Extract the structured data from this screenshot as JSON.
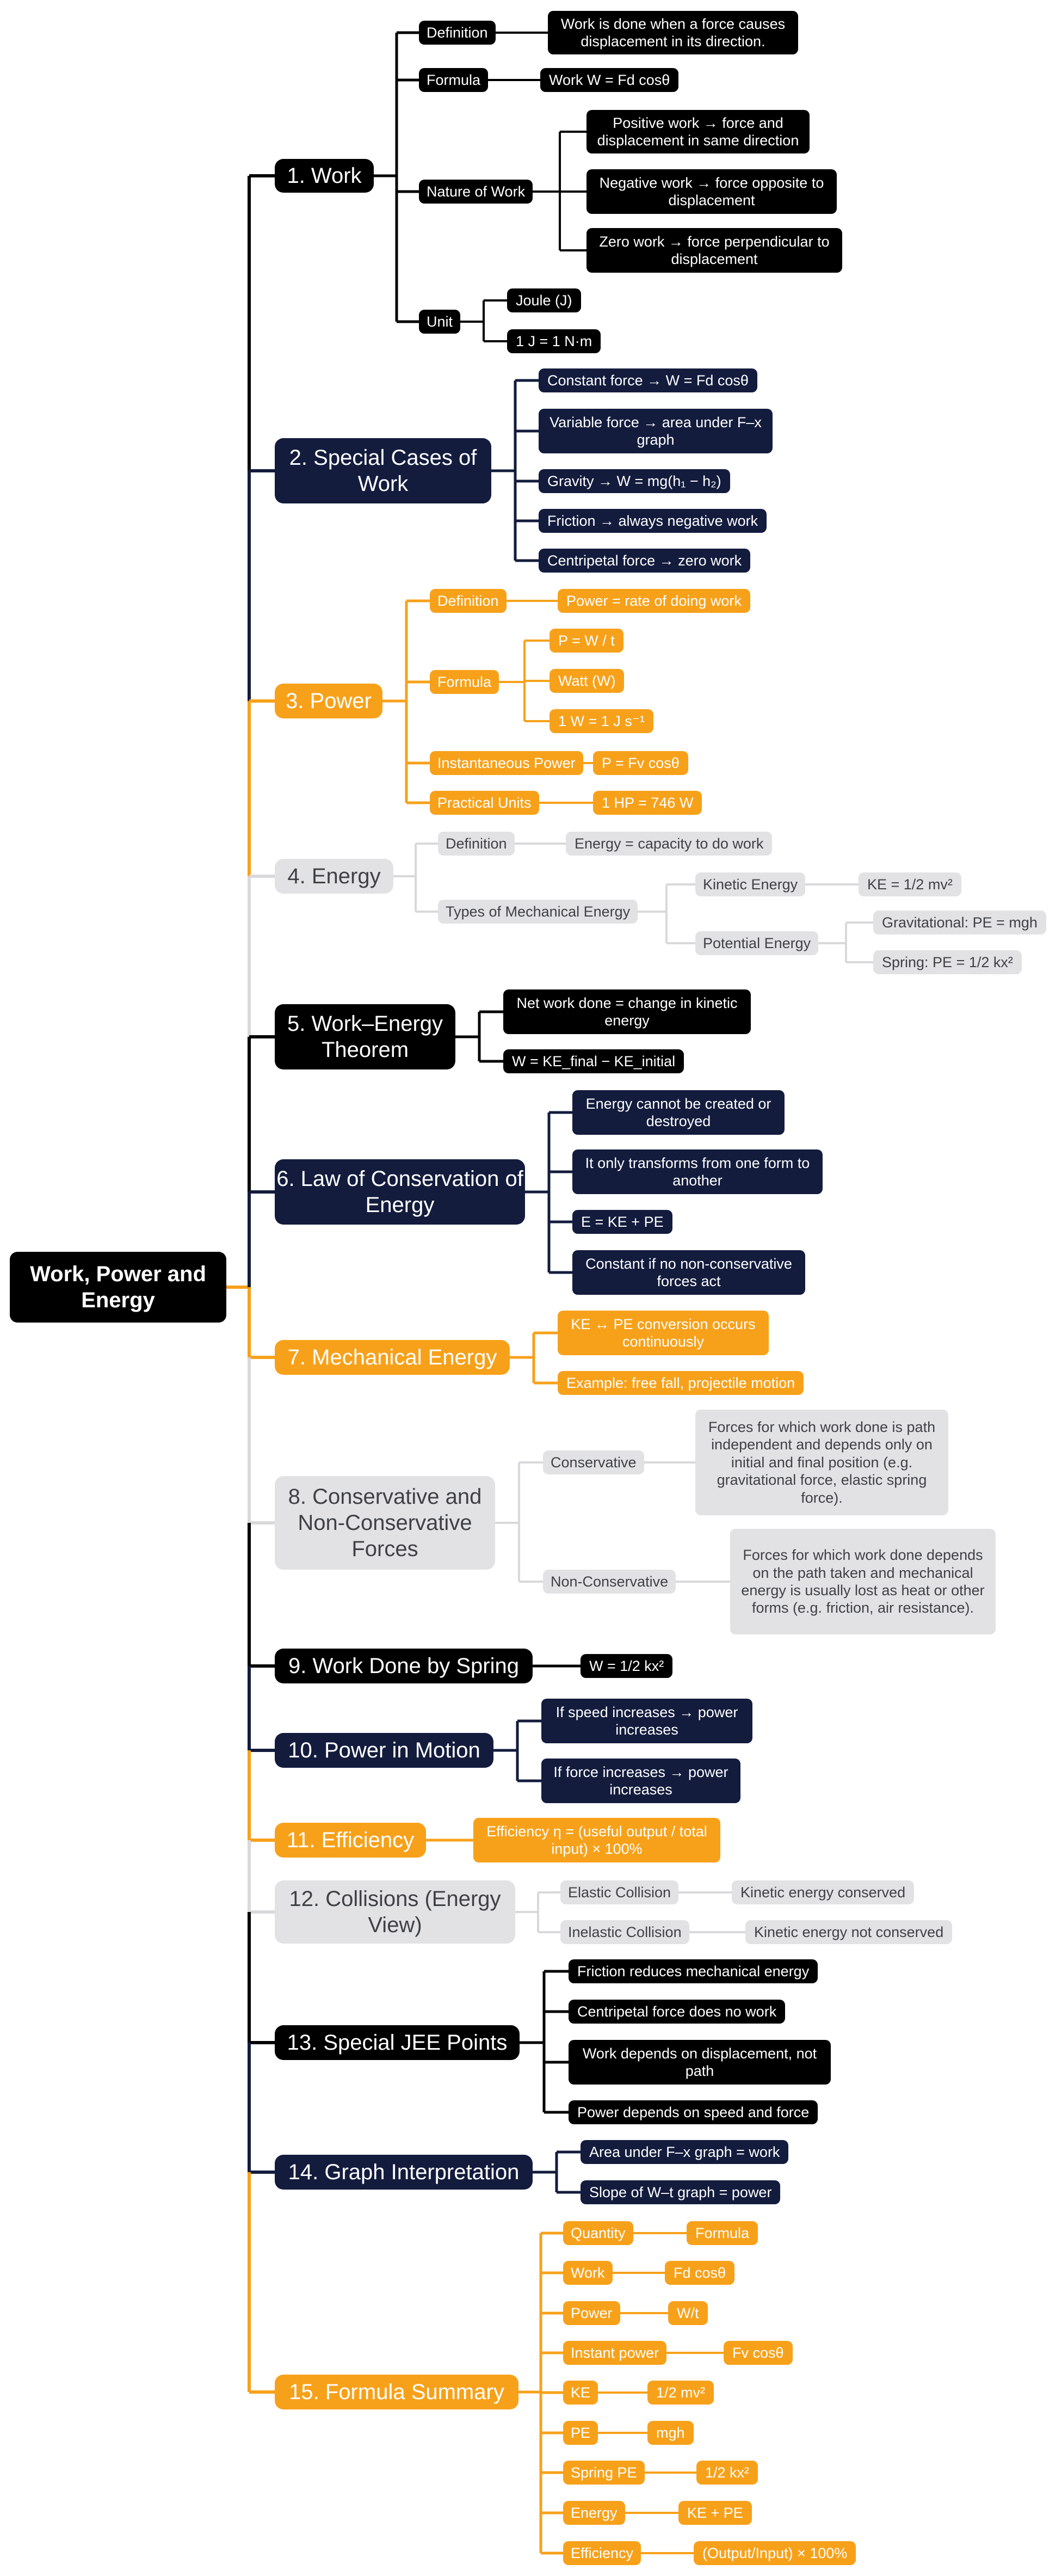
{
  "root": "Work, Power and Energy",
  "topics": [
    {
      "title": "1. Work",
      "theme": "black",
      "children": [
        {
          "label": "Definition",
          "children": [
            "Work is done when a force causes displacement in its direction."
          ]
        },
        {
          "label": "Formula",
          "children": [
            "Work W = Fd cosθ"
          ]
        },
        {
          "label": "Nature of Work",
          "children": [
            "Positive work → force and displacement in same direction",
            "Negative work → force opposite to displacement",
            "Zero work → force perpendicular to displacement"
          ]
        },
        {
          "label": "Unit",
          "children": [
            "Joule (J)",
            "1 J = 1 N·m"
          ]
        }
      ]
    },
    {
      "title": "2. Special Cases of Work",
      "theme": "navy",
      "items": [
        "Constant force → W = Fd cosθ",
        "Variable force → area under F–x graph",
        "Gravity → W = mg(h₁ − h₂)",
        "Friction → always negative work",
        "Centripetal force → zero work"
      ]
    },
    {
      "title": "3. Power",
      "theme": "orange",
      "children": [
        {
          "label": "Definition",
          "children": [
            "Power = rate of doing work"
          ]
        },
        {
          "label": "Formula",
          "children": [
            "P = W / t",
            "Watt (W)",
            "1 W = 1 J s⁻¹"
          ]
        },
        {
          "label": "Instantaneous Power",
          "children": [
            "P = Fv cosθ"
          ]
        },
        {
          "label": "Practical Units",
          "children": [
            "1 HP = 746 W"
          ]
        }
      ]
    },
    {
      "title": "4. Energy",
      "theme": "grey",
      "children": [
        {
          "label": "Definition",
          "children": [
            {
              "label": "Energy = capacity to do work"
            }
          ]
        },
        {
          "label": "Types of Mechanical Energy",
          "children": [
            {
              "label": "Kinetic Energy",
              "children": [
                "KE = 1/2 mv²"
              ]
            },
            {
              "label": "Potential Energy",
              "children": [
                "Gravitational: PE = mgh",
                "Spring: PE = 1/2 kx²"
              ]
            }
          ]
        }
      ]
    },
    {
      "title": "5. Work–Energy Theorem",
      "theme": "black",
      "items": [
        "Net work done = change in kinetic energy",
        "W = KE_final − KE_initial"
      ]
    },
    {
      "title": "6. Law of Conservation of Energy",
      "theme": "navy",
      "items": [
        "Energy cannot be created or destroyed",
        "It only transforms from one form to another",
        "E = KE + PE",
        "Constant if no non-conservative forces act"
      ]
    },
    {
      "title": "7. Mechanical Energy",
      "theme": "orange",
      "items": [
        "KE ↔ PE conversion occurs continuously",
        "Example: free fall, projectile motion"
      ]
    },
    {
      "title": "8. Conservative and Non-Conservative Forces",
      "theme": "grey",
      "children": [
        {
          "label": "Conservative",
          "children": [
            "Forces for which work done is path independent and depends only on initial and final position (e.g. gravitational force, elastic spring force)."
          ]
        },
        {
          "label": "Non-Conservative",
          "children": [
            "Forces for which work done depends on the path taken and mechanical energy is usually lost as heat or other forms (e.g. friction, air resistance)."
          ]
        }
      ]
    },
    {
      "title": "9. Work Done by Spring",
      "theme": "black",
      "items": [
        "W = 1/2 kx²"
      ]
    },
    {
      "title": "10. Power in Motion",
      "theme": "navy",
      "items": [
        "If speed increases → power increases",
        "If force increases → power increases"
      ]
    },
    {
      "title": "11. Efficiency",
      "theme": "orange",
      "items": [
        "Efficiency η = (useful output / total input) × 100%"
      ]
    },
    {
      "title": "12. Collisions (Energy View)",
      "theme": "grey",
      "children": [
        {
          "label": "Elastic Collision",
          "children": [
            "Kinetic energy conserved"
          ]
        },
        {
          "label": "Inelastic Collision",
          "children": [
            "Kinetic energy not conserved"
          ]
        }
      ]
    },
    {
      "title": "13. Special JEE Points",
      "theme": "black",
      "items": [
        "Friction reduces mechanical energy",
        "Centripetal force does no work",
        "Work depends on displacement, not path",
        "Power depends on speed and force"
      ]
    },
    {
      "title": "14. Graph Interpretation",
      "theme": "navy",
      "items": [
        "Area under F–x graph = work",
        "Slope of W–t graph = power"
      ]
    },
    {
      "title": "15. Formula Summary",
      "theme": "orange",
      "children": [
        {
          "label": "Quantity",
          "children": [
            "Formula"
          ]
        },
        {
          "label": "Work",
          "children": [
            "Fd cosθ"
          ]
        },
        {
          "label": "Power",
          "children": [
            "W/t"
          ]
        },
        {
          "label": "Instant power",
          "children": [
            "Fv cosθ"
          ]
        },
        {
          "label": "KE",
          "children": [
            "1/2 mv²"
          ]
        },
        {
          "label": "PE",
          "children": [
            "mgh"
          ]
        },
        {
          "label": "Spring PE",
          "children": [
            "1/2 kx²"
          ]
        },
        {
          "label": "Energy",
          "children": [
            "KE + PE"
          ]
        },
        {
          "label": "Efficiency",
          "children": [
            "(Output/Input) × 100%"
          ]
        }
      ]
    }
  ],
  "colors": {
    "black": "#000000",
    "navy": "#131c3d",
    "orange": "#f7a11a",
    "grey": "#e2e2e5",
    "grey_text": "#3f4145",
    "grey_line": "#d9d9dc"
  }
}
